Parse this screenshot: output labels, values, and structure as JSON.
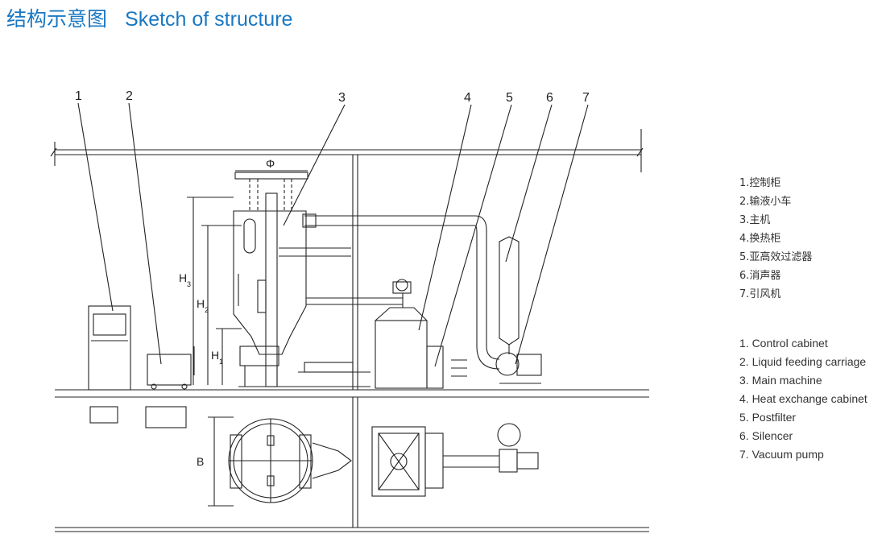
{
  "header": {
    "title_cn": "结构示意图",
    "title_en": "Sketch of structure"
  },
  "callouts": [
    "1",
    "2",
    "3",
    "4",
    "5",
    "6",
    "7"
  ],
  "dimensions": {
    "phi": "Φ",
    "h1": "H",
    "h1_sub": "1",
    "h2": "H",
    "h2_sub": "2",
    "h3": "H",
    "h3_sub": "3",
    "b": "B"
  },
  "legend_cn": [
    "1.控制柜",
    "2.输液小车",
    "3.主机",
    "4.换热柜",
    "5.亚高效过滤器",
    "6.消声器",
    "7.引风机"
  ],
  "legend_en": [
    "1. Control cabinet",
    "2. Liquid feeding carriage",
    "3. Main machine",
    "4. Heat exchange cabinet",
    "5. Postfilter",
    "6. Silencer",
    "7. Vacuum pump"
  ],
  "colors": {
    "title": "#1a78c2",
    "line": "#222222"
  }
}
